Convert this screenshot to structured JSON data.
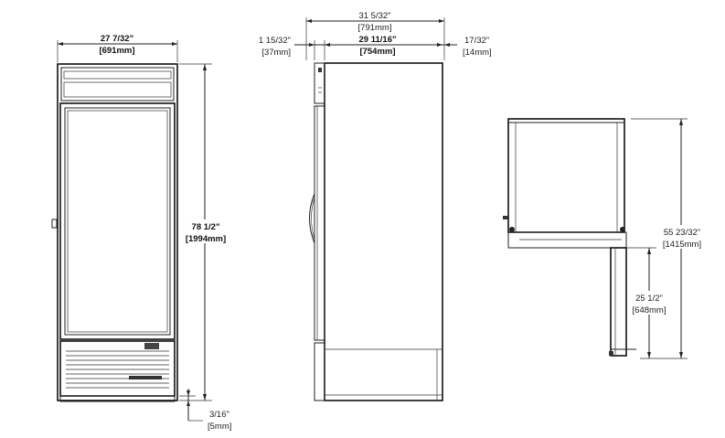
{
  "front_view": {
    "width_in": "27 7/32\"",
    "width_mm": "[691mm]",
    "height_in": "78 1/2\"",
    "height_mm": "[1994mm]",
    "foot_in": "3/16\"",
    "foot_mm": "[5mm]"
  },
  "side_view": {
    "overall_in": "31 5/32\"",
    "overall_mm": "[791mm]",
    "body_in": "29 11/16\"",
    "body_mm": "[754mm]",
    "front_offset_in": "1 15/32\"",
    "front_offset_mm": "[37mm]",
    "rear_offset_in": "17/32\"",
    "rear_offset_mm": "[14mm]"
  },
  "door_swing_view": {
    "height_in": "55 23/32\"",
    "height_mm": "[1415mm]",
    "depth_in": "25 1/2\"",
    "depth_mm": "[648mm]"
  },
  "colors": {
    "line": "#222222",
    "background": "#ffffff"
  }
}
